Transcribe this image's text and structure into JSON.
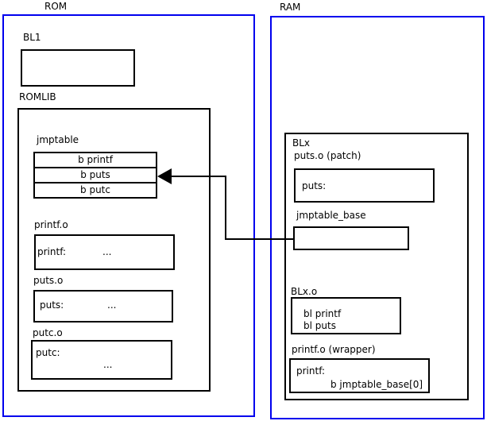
{
  "rom": {
    "title": "ROM",
    "bl1": {
      "label": "BL1"
    },
    "romlib": {
      "label": "ROMLIB",
      "jmptable": {
        "label": "jmptable",
        "rows": [
          "b printf",
          "b puts",
          "b putc"
        ]
      },
      "printf_o": {
        "label": "printf.o",
        "symbol": "printf:",
        "body": "..."
      },
      "puts_o": {
        "label": "puts.o",
        "symbol": "puts:",
        "body": "..."
      },
      "putc_o": {
        "label": "putc.o",
        "symbol": "putc:",
        "body": "..."
      }
    }
  },
  "ram": {
    "title": "RAM",
    "blx": {
      "label": "BLx",
      "puts_patch": {
        "label": "puts.o (patch)",
        "symbol": "puts:"
      },
      "jmptable_base": {
        "label": "jmptable_base"
      },
      "blx_o": {
        "label": "BLx.o",
        "lines": [
          "bl printf",
          "bl puts"
        ]
      },
      "printf_wrapper": {
        "label": "printf.o (wrapper)",
        "symbol": "printf:",
        "body": "b jmptable_base[0]"
      }
    }
  },
  "colors": {
    "region_border": "#0000ee",
    "box_border": "#000000",
    "background": "#ffffff",
    "arrow": "#000000"
  }
}
